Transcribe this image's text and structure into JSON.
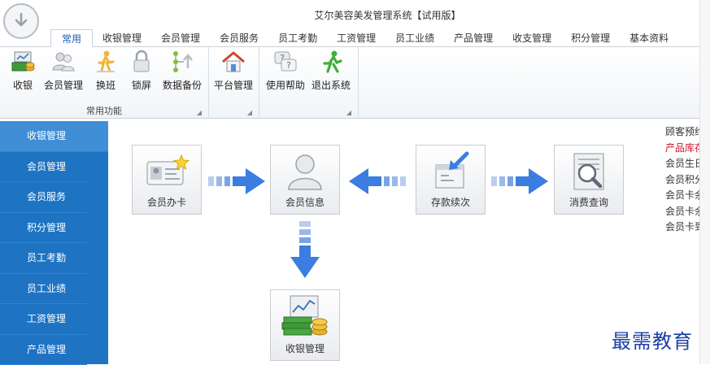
{
  "window": {
    "title": "艾尔美容美发管理系统【试用版】"
  },
  "tabs": [
    {
      "label": "常用",
      "active": true
    },
    {
      "label": "收银管理"
    },
    {
      "label": "会员管理"
    },
    {
      "label": "会员服务"
    },
    {
      "label": "员工考勤"
    },
    {
      "label": "工资管理"
    },
    {
      "label": "员工业绩"
    },
    {
      "label": "产品管理"
    },
    {
      "label": "收支管理"
    },
    {
      "label": "积分管理"
    },
    {
      "label": "基本资料"
    }
  ],
  "ribbon": {
    "group1": {
      "label": "常用功能",
      "items": [
        "收银",
        "会员管理",
        "换班",
        "锁屏",
        "数据备份"
      ]
    },
    "group2": {
      "items": [
        "平台管理"
      ]
    },
    "group3": {
      "items": [
        "使用帮助",
        "退出系统"
      ]
    }
  },
  "sidebar": {
    "items": [
      "收银管理",
      "会员管理",
      "会员服务",
      "积分管理",
      "员工考勤",
      "员工业绩",
      "工资管理",
      "产品管理"
    ],
    "active_index": 0
  },
  "flow": {
    "card_issue": "会员办卡",
    "member_info": "会员信息",
    "deposit": "存款续次",
    "consume_query": "消费查询",
    "cashier": "收银管理"
  },
  "right_panel": {
    "lines": [
      {
        "text": "顾客预约"
      },
      {
        "text": "产品库存",
        "red": true
      },
      {
        "text": "会员生日"
      },
      {
        "text": "会员积分"
      },
      {
        "text": "会员卡余"
      },
      {
        "text": "会员卡余"
      },
      {
        "text": "会员卡到"
      }
    ]
  },
  "watermark": "最需教育",
  "colors": {
    "sidebar": "#1e73c2",
    "arrow": "#3b7de0",
    "accent_red": "#c8102e"
  },
  "icons": {
    "app": "download-circle-icon",
    "cashier": "cash-register-icon",
    "member": "members-icon",
    "shift": "person-walk-icon",
    "lock": "lock-icon",
    "backup": "data-backup-icon",
    "platform": "home-icon",
    "help": "help-chat-icon",
    "exit": "exit-run-icon"
  }
}
